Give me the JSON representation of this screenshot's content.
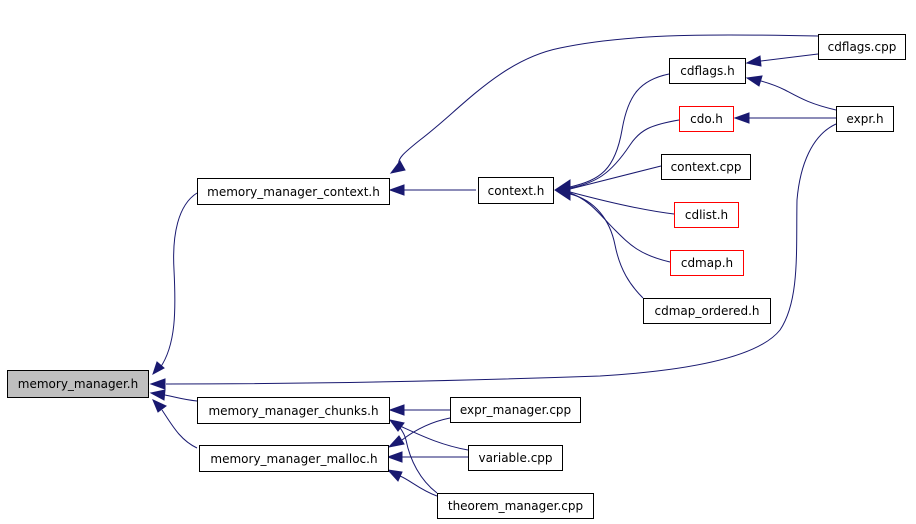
{
  "diagram": {
    "type": "include-dependency-graph",
    "edge_color": "#191970",
    "nodes": {
      "memory_manager_h": {
        "label": "memory_manager.h",
        "style": "current",
        "fill": "#bfbfbf",
        "border": "#000000"
      },
      "memory_manager_context_h": {
        "label": "memory_manager_context.h",
        "border": "#000000"
      },
      "memory_manager_chunks_h": {
        "label": "memory_manager_chunks.h",
        "border": "#000000"
      },
      "memory_manager_malloc_h": {
        "label": "memory_manager_malloc.h",
        "border": "#000000"
      },
      "context_h": {
        "label": "context.h",
        "border": "#000000"
      },
      "cdflags_h": {
        "label": "cdflags.h",
        "border": "#000000"
      },
      "cdo_h": {
        "label": "cdo.h",
        "border": "#ff0000"
      },
      "context_cpp": {
        "label": "context.cpp",
        "border": "#000000"
      },
      "cdlist_h": {
        "label": "cdlist.h",
        "border": "#ff0000"
      },
      "cdmap_h": {
        "label": "cdmap.h",
        "border": "#ff0000"
      },
      "cdmap_ordered_h": {
        "label": "cdmap_ordered.h",
        "border": "#000000"
      },
      "cdflags_cpp": {
        "label": "cdflags.cpp",
        "border": "#000000"
      },
      "expr_h": {
        "label": "expr.h",
        "border": "#000000"
      },
      "expr_manager_cpp": {
        "label": "expr_manager.cpp",
        "border": "#000000"
      },
      "variable_cpp": {
        "label": "variable.cpp",
        "border": "#000000"
      },
      "theorem_manager_cpp": {
        "label": "theorem_manager.cpp",
        "border": "#000000"
      }
    },
    "edges": [
      {
        "from": "memory_manager_context_h",
        "to": "memory_manager_h"
      },
      {
        "from": "expr_h",
        "to": "memory_manager_h"
      },
      {
        "from": "memory_manager_chunks_h",
        "to": "memory_manager_h"
      },
      {
        "from": "memory_manager_malloc_h",
        "to": "memory_manager_h"
      },
      {
        "from": "context_h",
        "to": "memory_manager_context_h"
      },
      {
        "from": "cdflags_cpp",
        "to": "memory_manager_context_h"
      },
      {
        "from": "cdflags_h",
        "to": "context_h"
      },
      {
        "from": "cdo_h",
        "to": "context_h"
      },
      {
        "from": "context_cpp",
        "to": "context_h"
      },
      {
        "from": "cdlist_h",
        "to": "context_h"
      },
      {
        "from": "cdmap_h",
        "to": "context_h"
      },
      {
        "from": "cdmap_ordered_h",
        "to": "context_h"
      },
      {
        "from": "cdflags_cpp",
        "to": "cdflags_h"
      },
      {
        "from": "expr_h",
        "to": "cdflags_h"
      },
      {
        "from": "expr_h",
        "to": "cdo_h"
      },
      {
        "from": "expr_manager_cpp",
        "to": "memory_manager_chunks_h"
      },
      {
        "from": "variable_cpp",
        "to": "memory_manager_chunks_h"
      },
      {
        "from": "theorem_manager_cpp",
        "to": "memory_manager_chunks_h"
      },
      {
        "from": "expr_manager_cpp",
        "to": "memory_manager_malloc_h"
      },
      {
        "from": "variable_cpp",
        "to": "memory_manager_malloc_h"
      },
      {
        "from": "theorem_manager_cpp",
        "to": "memory_manager_malloc_h"
      }
    ]
  }
}
